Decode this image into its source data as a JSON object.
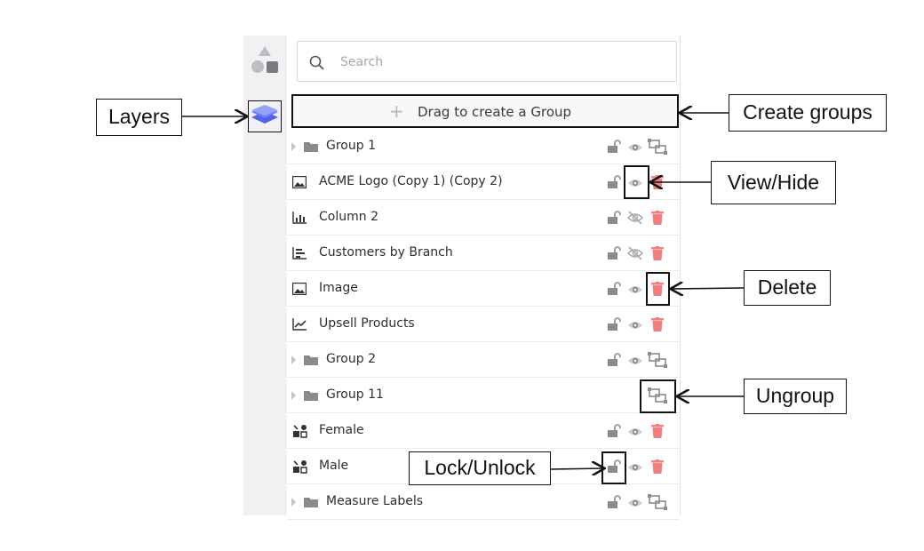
{
  "search": {
    "placeholder": "Search",
    "value": ""
  },
  "create_group": {
    "plus": "+",
    "label": "Drag to create a Group"
  },
  "layers": [
    {
      "name": "Group 1",
      "type": "group",
      "icon": "folder-icon",
      "lock": true,
      "eye": "visible",
      "action": "ungroup"
    },
    {
      "name": "ACME Logo (Copy 1) (Copy 2)",
      "type": "item",
      "icon": "image-icon",
      "lock": true,
      "eye": "visible",
      "action": "delete"
    },
    {
      "name": "Column 2",
      "type": "item",
      "icon": "column-chart-icon",
      "lock": true,
      "eye": "hidden",
      "action": "delete"
    },
    {
      "name": "Customers by Branch",
      "type": "item",
      "icon": "bar-chart-icon",
      "lock": true,
      "eye": "hidden",
      "action": "delete"
    },
    {
      "name": "Image",
      "type": "item",
      "icon": "image-icon",
      "lock": true,
      "eye": "visible",
      "action": "delete"
    },
    {
      "name": "Upsell Products",
      "type": "item",
      "icon": "line-chart-icon",
      "lock": true,
      "eye": "visible",
      "action": "delete"
    },
    {
      "name": "Group 2",
      "type": "group",
      "icon": "folder-icon",
      "lock": true,
      "eye": "visible",
      "action": "ungroup"
    },
    {
      "name": "Group 11",
      "type": "group",
      "icon": "folder-icon",
      "lock": false,
      "eye": "none",
      "action": "ungroup"
    },
    {
      "name": "Female",
      "type": "item",
      "icon": "shapes-icon",
      "lock": true,
      "eye": "visible",
      "action": "delete"
    },
    {
      "name": "Male",
      "type": "item",
      "icon": "shapes-icon",
      "lock": true,
      "eye": "visible",
      "action": "delete"
    },
    {
      "name": "Measure Labels",
      "type": "group",
      "icon": "folder-icon",
      "lock": true,
      "eye": "visible",
      "action": "ungroup"
    }
  ],
  "annotations": {
    "layers": "Layers",
    "create_groups": "Create groups",
    "view_hide": "View/Hide",
    "delete": "Delete",
    "ungroup": "Ungroup",
    "lock_unlock": "Lock/Unlock"
  },
  "colors": {
    "accent": "#4f63e6",
    "delete": "#f07f7f",
    "icon_gray": "#8a8a90",
    "rail": "#f1f1f3"
  }
}
